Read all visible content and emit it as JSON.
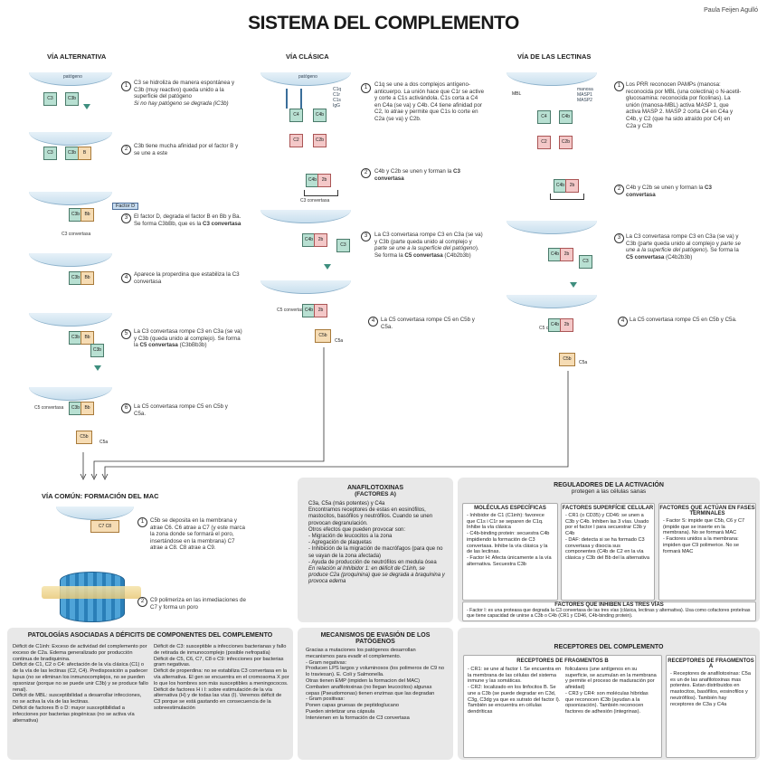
{
  "author": "Paula Feijen Agulló",
  "title": "SISTEMA DEL COMPLEMENTO",
  "alt": {
    "heading": "VÍA ALTERNATIVA",
    "pathogen": "patógeno",
    "s1": "C3 se hidroliza de manera espontánea y C3b (muy reactivo) queda unido a la superficie del patógeno",
    "s1i": "Si no hay patógeno se degrada (iC3b)",
    "s2": "C3b tiene mucha afinidad por el factor B y se une a este",
    "factorD": "Factor D",
    "c3conv": "C3 convertasa",
    "s3a": "El factor D, degrada el factor B en Bb y Ba. Se forma C3bBb, que es la ",
    "s3b": "C3 convertasa",
    "s4": "Aparece la properdina que estabiliza la C3 convertasa",
    "s5a": "La C3 convertasa rompe C3 en C3a (se va) y C3b (queda unido al complejo).",
    "s5b": "Se forma la ",
    "s5c": "C5 convertasa",
    "s5d": " (C3bBb3b)",
    "c5conv": "C5 convertasa",
    "s6": "La C5 convertasa rompe C5 en C5b y C5a."
  },
  "cla": {
    "heading": "VÍA CLÁSICA",
    "pathogen": "patógeno",
    "legend": [
      "C1q",
      "C1r",
      "C1s",
      "IgG"
    ],
    "s1": "C1q se une a dos complejos antígeno-anticuerpo. La unión hace que C1r se active y corte a C1s activándola. C1s corta a C4 en C4a (se va) y C4b. C4 tiene afinidad por C2, lo atrae y permite que C1s lo corte en C2a (se va) y C2b.",
    "s2a": "C4b y C2b se unen y forman la ",
    "s2b": "C3 convertasa",
    "c3conv": "C3 convertasa",
    "s3a": "La C3 convertasa rompe C3 en C3a (se va) y C3b (parte queda unido al complejo y ",
    "s3i": "parte se une a la superficie del patógeno",
    "s3b": "). Se forma la ",
    "s3c": "C5 convertasa",
    "s3d": " (C4b2b3b)",
    "c5conv": "C5 convertasa",
    "s4": "La C5 convertasa rompe C5 en C5b y C5a."
  },
  "lec": {
    "heading": "VÍA DE LAS LECTINAS",
    "legend": [
      "manosa",
      "MASP1",
      "MASP2"
    ],
    "mbl": "MBL",
    "s1": "Los PRR reconocen PAMPs (manosa: reconocida por MBL (una colectina) o N-acetil-glucosamina: reconocida por ficolinas). La unión (manosa-MBL) activa MASP 1, que activa MASP 2. MASP 2 corta C4 en C4a y C4b, y C2 (que ha sido atraído por C4) en C2a y C2b",
    "s2a": "C4b y C2b se unen y forman la ",
    "s2b": "C3 convertasa",
    "s3a": "La C3 convertasa rompe C3 en C3a (se va) y C3b (parte queda unido al complejo y ",
    "s3i": "parte se une a la superficie del patógeno",
    "s3b": "). Se forma la ",
    "s3c": "C5 convertasa",
    "s3d": " (C4b2b3b)",
    "c5conv": "C5 convertasa",
    "s4": "La C5 convertasa rompe C5 en C5b y C5a."
  },
  "mac": {
    "heading": "VÍA COMÚN: FORMACIÓN DEL MAC",
    "s1": "C5b se deposita en la membrana y atrae C6. C6 atrae a C7 (y este marca la zona donde se formará el poro, insertándose en la membrana) C7 atrae a C8. C8 atrae a C9.",
    "s2": "C9 polimeriza en las inmediaciones de C7 y forma un poro"
  },
  "ana": {
    "title": "ANAFILOTOXINAS",
    "sub": "(factores A)",
    "p1": "C3a, C5a (más potentes) y C4a",
    "p2": "Encontramos receptores de estas en eosinófilos, mastocitos, basófilos y neutrófilos. Cuando se unen provocan degranulación.",
    "p3": "Otros efectos que pueden provocar son:",
    "items": [
      "- Migración de leucocitos a la zona",
      "- Agregación de plaquetas",
      "- Inhibición de la migración de macrófagos (para que no se vayan de la zona afectada)",
      "- Ayuda de producción de neutrófilos en medula ósea"
    ],
    "p4": "En relación al Inhibidor 1: en déficit de C1inh, se produce C2a (proquinina) que se degrada a braquinina y provoca edema"
  },
  "reg": {
    "title": "REGULADORES DE LA ACTIVACIÓN",
    "sub": "protegen a las células sanas",
    "mol_title": "MOLÉCULAS ESPECÍFICAS",
    "mol": "- Inhibidor de C1 (C1inh): favorece que C1s i C1r se separen de C1q. Inhibe la vía clásica\n- C4b-binding protein: secuestra C4b impidiendo la formación de C3 convertasa. Inhibe la vía clásica y la de las lectinas.\n- Factor H: Afecta únicamente a la vía alternativa. Secuestra C3b",
    "cel_title": "FACTORES SUPERFÍCIE CELULAR",
    "cel": "- CR1 (o CD35) y CD46: se unen a C3b y C4b. Inhiben las 3 vías. Usado por el factor I para secuestrar C3b y C4b\n- DAF: detecta si se ha formado C3 convertasa y disocia sus componentes (C4b de C2 en la vía clásica y C3b del Bb del la alternativa",
    "fas_title": "FACTORES QUE ACTÚAN EN FASES TERMINALES",
    "fas": "- Factor S: impide que C5b, C6 y C7 (impide que se inserte en la membrana). No se formará MAC\n- Factores unidos a la membrana: impiden que C9 polimerice. No se formará MAC",
    "three_title": "FACTORES QUE INHIBEN LAS TRES VÍAS",
    "three": "- Factor I: es una proteasa que degrada la C3 convertasa de las tres vías (clásica, lectinas y alternativa). Usa como cofactores proteínas que tiene capacidad de unirse a C3b o C4b (CR1 y CD46, C4b-binding protein)."
  },
  "pat": {
    "title": "PATOLOGÍAS ASOCIADAS A DÉFICITS DE COMPONENTES DEL COMPLEMENTO",
    "left": "Déficit de C1inh: Exceso de actividad del complemento por exceso de C2a. Edema generalizado por producción continua de bradiquinina.\nDéficit de C1, C2 o C4: afectación de la vía clásica (C1) o de la vía de las lectinas (C2, C4). Predisposición a padecer lupus (no se eliminan los inmunocomplejos, no se pueden opsonizar (porque no se puede unir C3b) y se produce fallo renal).\nDéficit de MBL: susceptibilidad a desarrollar infecciones, no se activa la vía de las lectinas.\nDéficit de factores B o D: mayor susceptibilidad a infecciones por bacterias piogénicas (no se activa vía alternativa)",
    "right": "Déficit de C3: susceptible a infecciones bacterianas y fallo de retirada de inmunocomplejo (posible nefropatía)\nDéficit de C5, C6, C7, C8 o C9: infecciones por bacterias gram negativas.\nDéficit de properdina: no se estabiliza C3 convertasa en la vía alternativa. El gen se encuentra en el cromosoma X por lo que los hombres son más susceptibles a meningococos.\nDéficit de factores H i I: sobre estimulación de la vía alternativa (H) y de todas las vías (I). Veremos déficit de C3 porque se está gastando en consecuencia de la sobreestimulación"
  },
  "eva": {
    "title": "MECANISMOS DE EVASIÓN DE LOS PATÓGENOS",
    "text": "Gracias a mutaciones los patógenos desarrollan mecanismos para evadir el complemento.\n- Gram negativas:\nProducen LPS largos y voluminosos (los polimeros de C9 no lo traviesan). E. Coli y Salmonella.\nOtras tienen EMP (impiden la formacion del MAC)\nCombaten anafilotoxinas (no llegan leucocitos) algunas cepas (Pseudomonas) tienen enzimas que las degradan\n- Gram positivas:\nPonen capas gruesas de peptidoglucano\nPueden sintetizar una cápsula\nIntervienen en la formación de C3 convertasa"
  },
  "rec": {
    "title": "RECEPTORES DEL COMPLEMENTO",
    "b_title": "RECEPTORES DE FRAGMENTOS B",
    "b_left": "- CR1: se une al factor I. Se encuentra en la membrana de las células del sistema inmune y las somáticas.\n- CR2: localizado en los linfocitos B. Se une a C3b (se puede degradar en C3d, C3g, C3dg ya que es sutrato del factor I). También se encuentra en células dendríticas",
    "b_right": "foliculares (une antígenos en su superficie, se acumulan en la membrana y permite el proceso de maduración por afinidad)\n- CR3 y CR4: son moléculas hibridas que reconocen iC3b (ayudan a la opsonización). También reconocen factores de adhesión (integrinas).",
    "a_title": "RECEPTORES DE FRAGMENTOS A",
    "a_text": "- Receptores de anafilotoxinas: C5a es un de las anafilotoxinas mas potentes. Estan distribuidos en mastocitos, basófilos, eosinofilos y neutrófilos). También hay receptores de C3a y C4a"
  },
  "colors": {
    "teal": "#b8e0d2",
    "red": "#f4c8c8",
    "orange": "#f6dcb4",
    "blue": "#c7dcf0"
  }
}
